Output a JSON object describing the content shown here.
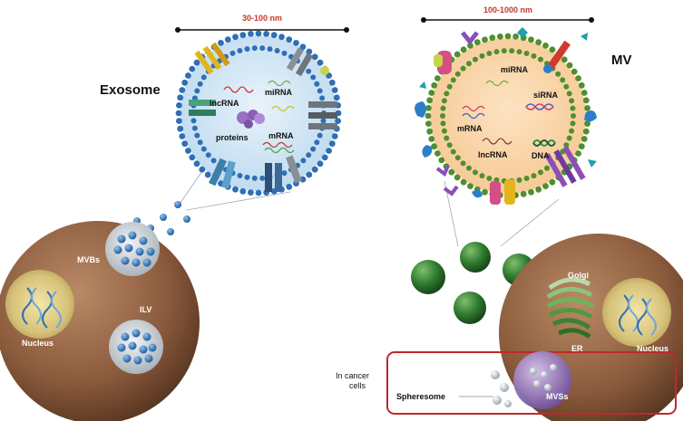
{
  "exosome": {
    "title": "Exosome",
    "size_label": "30-100 nm",
    "cargo": {
      "lncrna": "lncRNA",
      "mirna": "miRNA",
      "proteins": "proteins",
      "mrna": "mRNA"
    }
  },
  "mv": {
    "title": "MV",
    "size_label": "100-1000 nm",
    "cargo": {
      "mirna": "miRNA",
      "sirna": "siRNA",
      "mrna": "mRNA",
      "lncrna": "lncRNA",
      "dna": "DNA"
    }
  },
  "left_cell": {
    "mvbs": "MVBs",
    "ilv": "ILV",
    "nucleus": "Nucleus"
  },
  "right_cell": {
    "golgi": "Golgi",
    "er": "ER",
    "nucleus": "Nucleus"
  },
  "cancer_box": {
    "note": "In cancer cells",
    "spheresome": "Spheresome",
    "mvss": "MVSs"
  },
  "colors": {
    "size_label": "#c0392b",
    "cell_brown": "#8a5a3c",
    "membrane_blue": "#2f6fb5",
    "membrane_green": "#4f8f2f",
    "vesicle_green": "#2f6b2a",
    "box_red": "#c0282a"
  }
}
